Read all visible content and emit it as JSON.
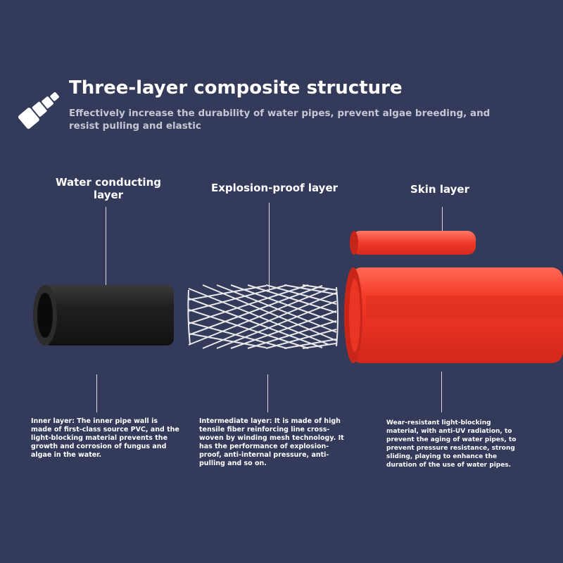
{
  "header": {
    "title": "Three-layer composite structure",
    "subtitle": "Effectively increase the durability of water pipes, prevent algae breeding, and resist pulling and elastic"
  },
  "layers": [
    {
      "title_line1": "Water conducting",
      "title_line2": "layer",
      "description": "Inner layer: The inner pipe wall is made of first-class source PVC, and the light-blocking material prevents the growth and corrosion of fungus and algae in the water.",
      "color": "#1f1f1f"
    },
    {
      "title_line1": "Explosion-proof layer",
      "description": "Intermediate layer: It is made of high tensile fiber reinforcing line cross-woven by winding mesh technology. It has the performance of explosion-proof, anti-internal pressure, anti-pulling and so on.",
      "color": "#f2f2f2"
    },
    {
      "title_line1": "Skin layer",
      "description": "Wear-resistant light-blocking material, with anti-UV radiation, to prevent the aging of water pipes, to prevent pressure resistance, strong sliding, playing to enhance the duration of the use of water pipes.",
      "color": "#f03a2a"
    }
  ],
  "icons": {
    "logo": "pipe-segment-icon"
  }
}
